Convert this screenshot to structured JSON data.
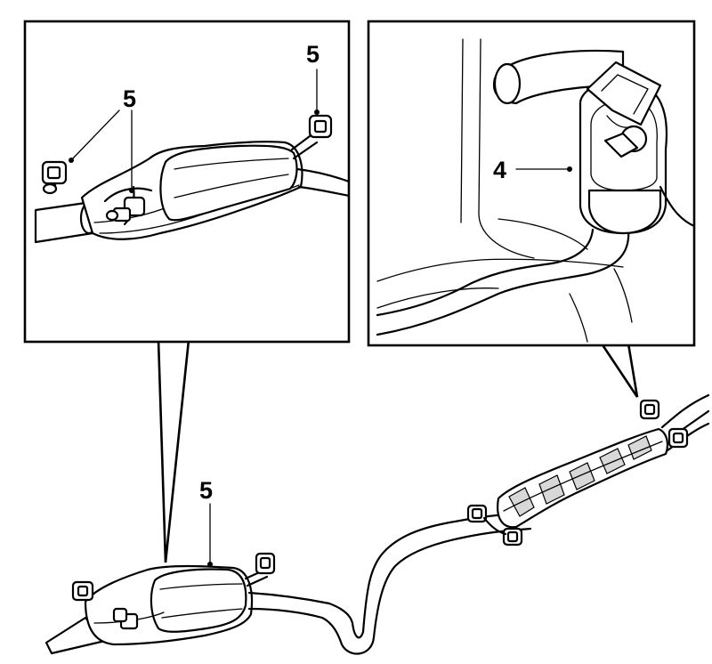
{
  "callouts": {
    "left_detail_top_right": "5",
    "left_detail_top_left": "5",
    "right_detail_part": "4",
    "main_rear_silencer": "5"
  },
  "colors": {
    "line": "#000000",
    "background": "#ffffff"
  }
}
